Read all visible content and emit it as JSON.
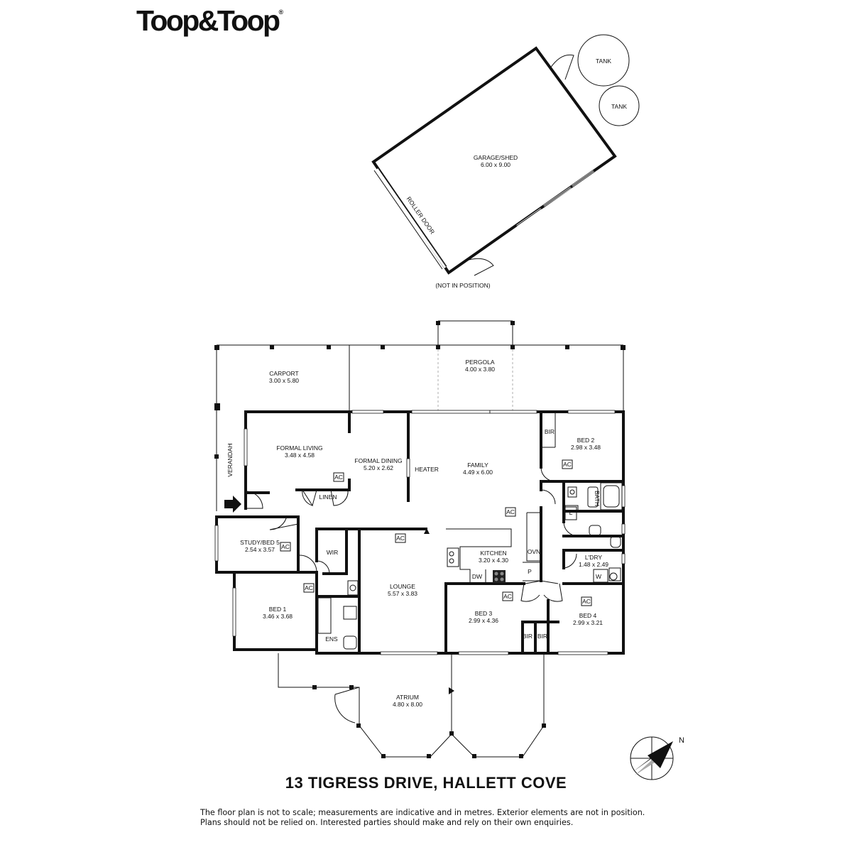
{
  "brand": {
    "name": "Toop&Toop",
    "mark": "®"
  },
  "rooms": {
    "garage": {
      "name": "GARAGE/SHED",
      "dims": "6.00 x 9.00"
    },
    "tank1": "TANK",
    "tank2": "TANK",
    "roller_door": "ROLLER DOOR",
    "not_in_position": "(NOT IN POSITION)",
    "carport": {
      "name": "CARPORT",
      "dims": "3.00 x 5.80"
    },
    "pergola": {
      "name": "PERGOLA",
      "dims": "4.00 x 3.80"
    },
    "verandah": "VERANDAH",
    "formal_living": {
      "name": "FORMAL LIVING",
      "dims": "3.48 x 4.58"
    },
    "formal_dining": {
      "name": "FORMAL DINING",
      "dims": "5.20 x 2.62"
    },
    "heater": "HEATER",
    "family": {
      "name": "FAMILY",
      "dims": "4.49 x 6.00"
    },
    "bed2": {
      "name": "BED 2",
      "dims": "2.98 x 3.48"
    },
    "bir_bed2": "BIR",
    "bath": "BATH",
    "l": "L",
    "linen": "LINEN",
    "study": {
      "name": "STUDY/BED 5",
      "dims": "2.54 x 3.57"
    },
    "wir": "WIR",
    "lounge": {
      "name": "LOUNGE",
      "dims": "5.57 x 3.83"
    },
    "kitchen": {
      "name": "KITCHEN",
      "dims": "3.20 x 4.30"
    },
    "ovn": "OVN",
    "dw": "DW",
    "p": "P",
    "laundry": {
      "name": "L'DRY",
      "dims": "1.48 x 2.49"
    },
    "w": "W",
    "bed1": {
      "name": "BED 1",
      "dims": "3.46 x 3.68"
    },
    "ens": "ENS",
    "bed3": {
      "name": "BED 3",
      "dims": "2.99 x 4.36"
    },
    "bed4": {
      "name": "BED 4",
      "dims": "2.99 x 3.21"
    },
    "bir_a": "BIR",
    "bir_b": "BIR",
    "atrium": {
      "name": "ATRIUM",
      "dims": "4.80 x 8.00"
    },
    "ac": "AC"
  },
  "compass": "N",
  "address": "13 TIGRESS DRIVE, HALLETT COVE",
  "disclaimer": [
    "The floor plan is not to scale; measurements are indicative and in metres. Exterior elements are not in position.",
    "Plans should not be relied on. Interested parties should make and rely on their own enquiries."
  ]
}
